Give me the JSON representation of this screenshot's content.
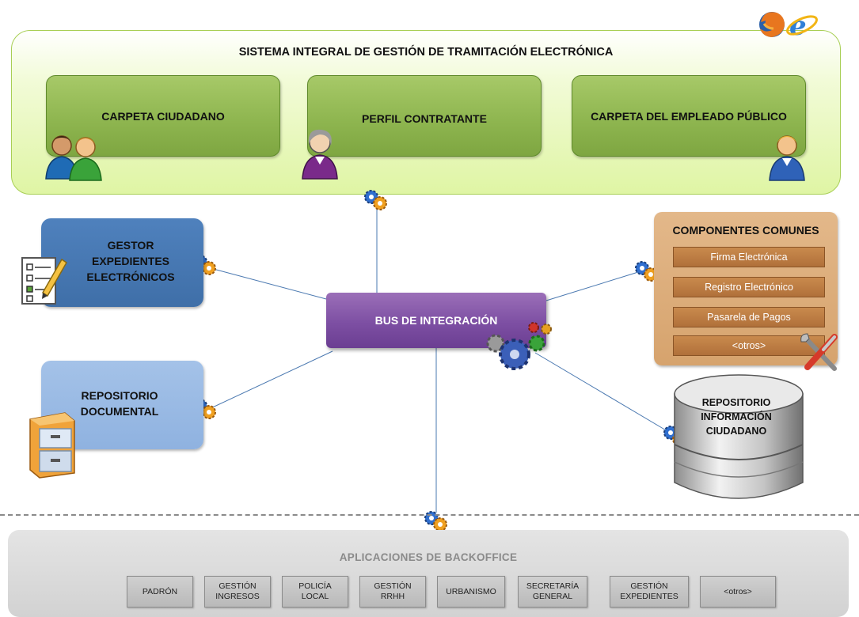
{
  "top": {
    "title": "SISTEMA INTEGRAL DE GESTIÓN DE TRAMITACIÓN ELECTRÓNICA",
    "boxes": [
      "CARPETA CIUDADANO",
      "PERFIL CONTRATANTE",
      "CARPETA DEL EMPLEADO PÚBLICO"
    ]
  },
  "left": {
    "gestor": [
      "GESTOR",
      "EXPEDIENTES",
      "ELECTRÓNICOS"
    ],
    "repositorio": [
      "REPOSITORIO",
      "DOCUMENTAL"
    ]
  },
  "bus": {
    "label": "BUS DE INTEGRACIÓN"
  },
  "componentes": {
    "title": "COMPONENTES COMUNES",
    "items": [
      "Firma Electrónica",
      "Registro Electrónico",
      "Pasarela de Pagos",
      "<otros>"
    ]
  },
  "repositorio_ciudadano": [
    "REPOSITORIO",
    "INFORMACIÓN",
    "CIUDADANO"
  ],
  "backoffice": {
    "title": "APLICACIONES DE  BACKOFFICE",
    "items": [
      [
        "PADRÓN"
      ],
      [
        "GESTIÓN",
        "INGRESOS"
      ],
      [
        "POLICÍA",
        "LOCAL"
      ],
      [
        "GESTIÓN",
        "RRHH"
      ],
      [
        "URBANISMO"
      ],
      [
        "SECRETARÍA",
        "GENERAL"
      ],
      [
        "GESTIÓN",
        "EXPEDIENTES"
      ],
      [
        "<otros>"
      ]
    ]
  },
  "icons": {
    "browsers": [
      "firefox-icon",
      "internet-explorer-icon"
    ],
    "people": [
      "citizens-icon",
      "contractor-icon",
      "employee-icon"
    ],
    "connectors": "gear-connector-icon",
    "misc": [
      "checklist-pencil-icon",
      "filing-cabinet-icon",
      "tools-icon",
      "database-cylinder-icon",
      "bus-gears-icon"
    ]
  },
  "colors": {
    "top_frame": "#dff5a4",
    "green_box": "#8fb650",
    "gestor": "#4f81bd",
    "repositorio": "#8fb2e0",
    "bus": "#7d4fa3",
    "componentes": "#d6a36d",
    "comp_item": "#b0703a",
    "backoffice": "#d2d2d2",
    "backoffice_title": "#8a8a8a"
  }
}
